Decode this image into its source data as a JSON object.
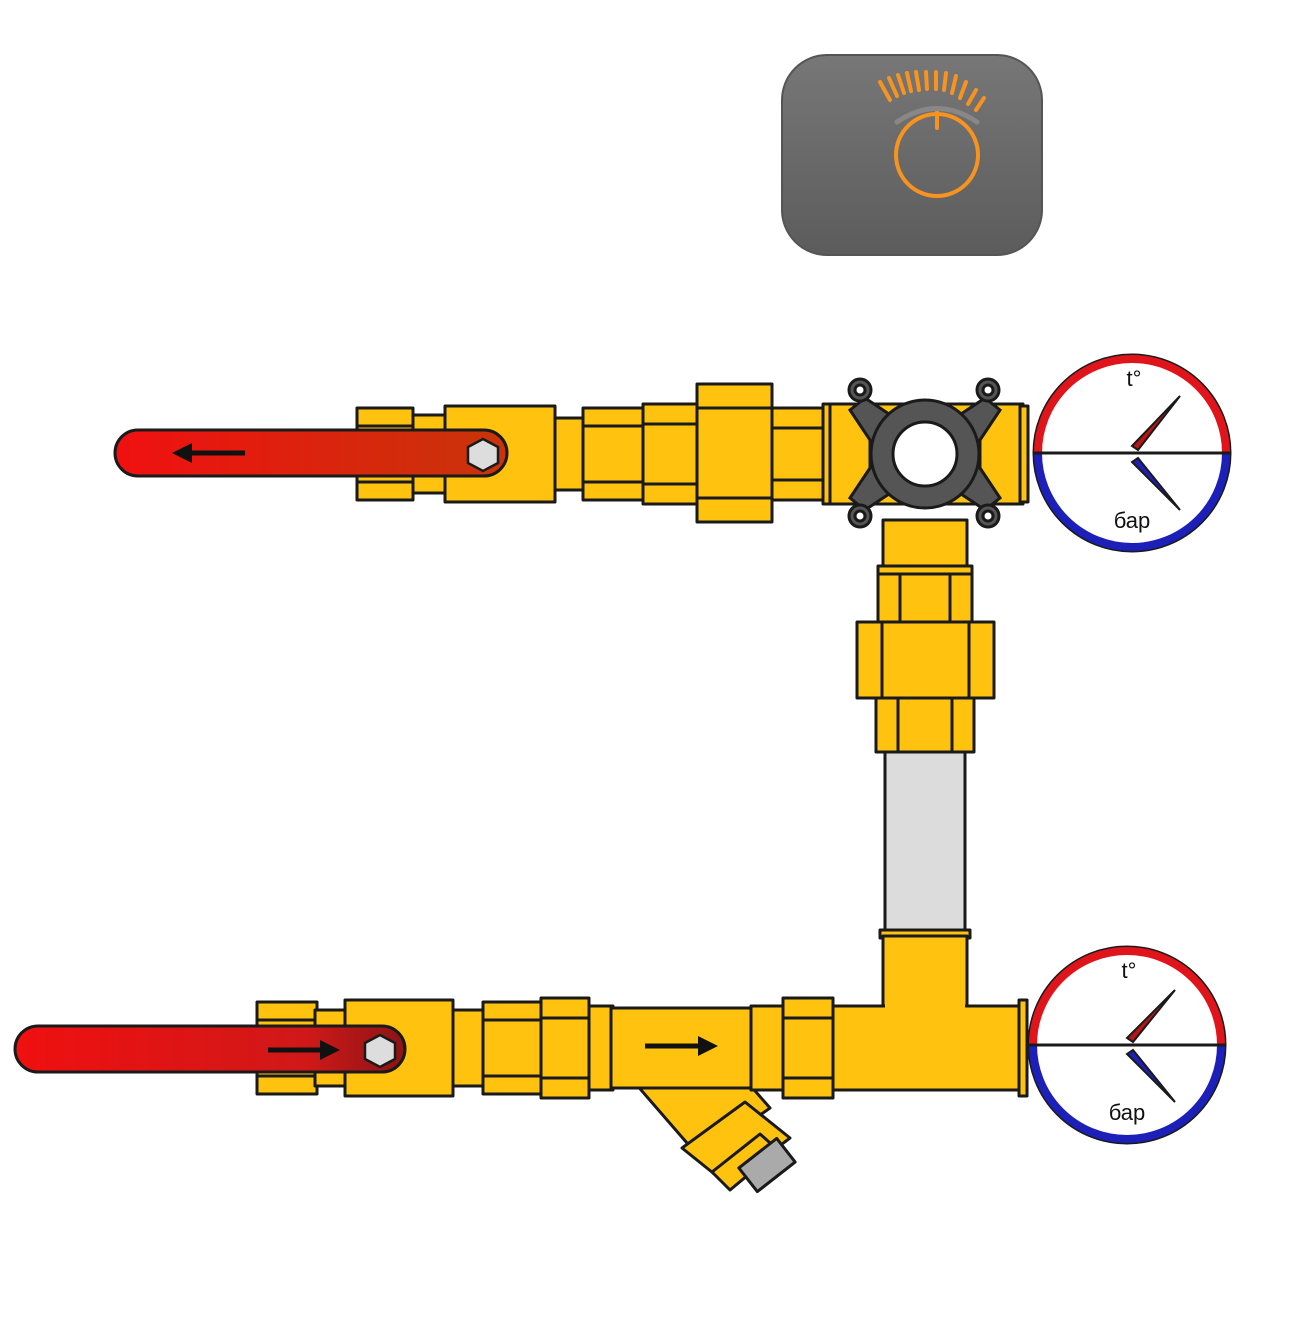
{
  "colors": {
    "brass": "#FFC20E",
    "outline": "#1a1a1a",
    "handle_red": "#E8120C",
    "gauge_hot": "#E0151B",
    "gauge_cold": "#1C1FB8",
    "pipe_gray": "#DCDCDC",
    "actuator_body": "#6A6A6A",
    "actuator_accent": "#F7931E",
    "valve_head": "#555555"
  },
  "actuator": {
    "icon": "thermostat-knob-icon"
  },
  "gauges": {
    "top": {
      "temp_label": "t°",
      "pressure_label": "бар"
    },
    "bottom": {
      "temp_label": "t°",
      "pressure_label": "бар"
    }
  },
  "flow": {
    "top_direction": "left",
    "bottom_direction": "right"
  }
}
